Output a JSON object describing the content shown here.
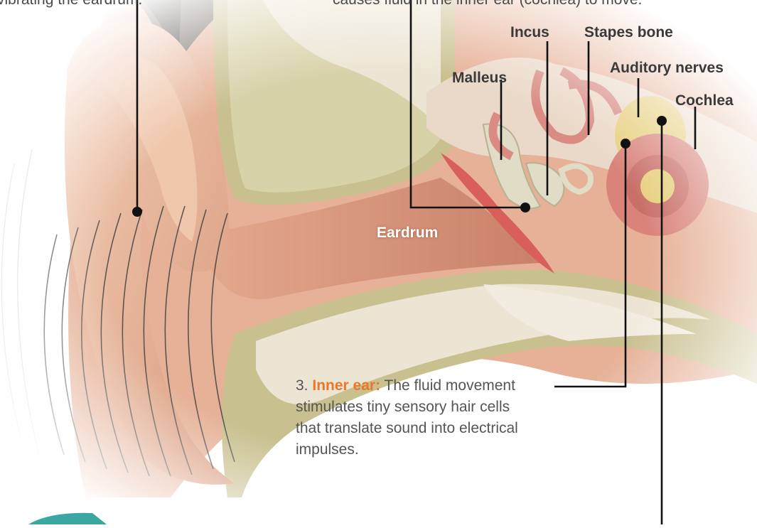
{
  "top_text": {
    "left_fragment": "vibrating the eardrum.",
    "right_fragment": "causes fluid in the inner ear (cochlea) to move."
  },
  "labels": {
    "incus": "Incus",
    "stapes": "Stapes bone",
    "malleus": "Malleus",
    "auditory_nerves": "Auditory nerves",
    "cochlea": "Cochlea",
    "eardrum": "Eardrum"
  },
  "inner_ear_note": {
    "number": "3.",
    "heading": "Inner ear:",
    "body": "The fluid movement stimulates tiny sensory hair cells that translate sound into electrical impulses."
  },
  "colors": {
    "heading_accent": "#e8782a",
    "label_text": "#3a3a3a",
    "leader_line": "#111111",
    "skin": "#e9b89c",
    "bone": "#e8e0cc",
    "ossicle": "#dcd8c2",
    "cochlea": "#d9837a",
    "nerve": "#e6cf7d"
  }
}
